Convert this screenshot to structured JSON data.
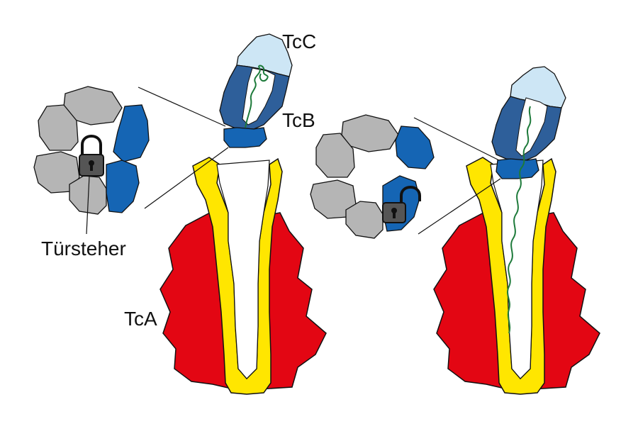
{
  "labels": {
    "tcc": "TcC",
    "tcb": "TcB",
    "tca": "TcA",
    "gatekeeper": "Türsteher"
  },
  "states": [
    {
      "name": "closed",
      "lock": "closed-lock-icon",
      "cargo": "folded-in-TcC"
    },
    {
      "name": "open",
      "lock": "open-lock-icon",
      "cargo": "threaded-through-TcA"
    }
  ],
  "colors": {
    "tca_shell": "#e30613",
    "tca_lining": "#ffe600",
    "tcb": "#2e5f9a",
    "tcc": "#cde6f5",
    "gatekeeper_domain": "#1565b4",
    "ring_subunit": "#b5b5b5",
    "cargo": "#1d7a3a",
    "lock": "#555555"
  }
}
